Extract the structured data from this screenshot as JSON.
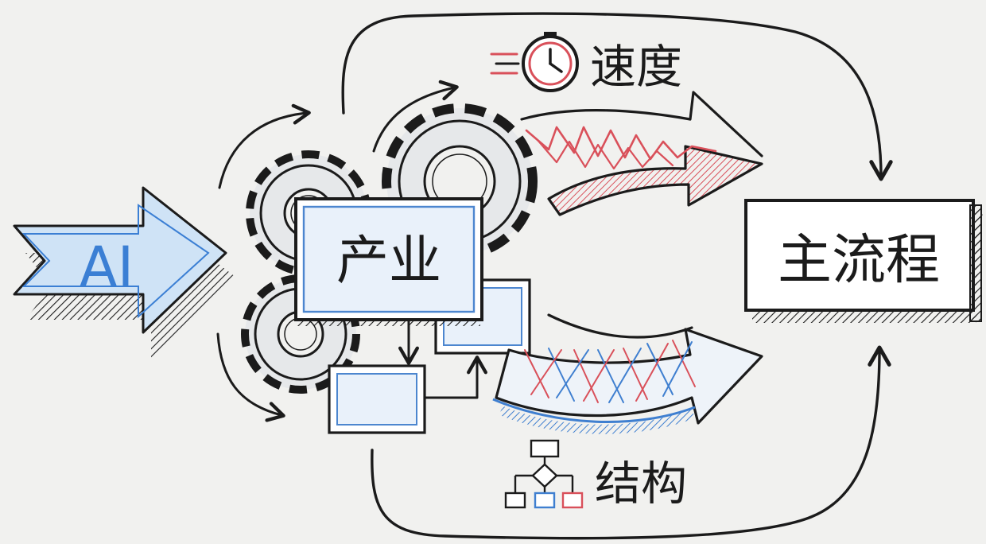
{
  "diagram": {
    "input_label": "AI",
    "center_label": "产业",
    "output_label": "主流程",
    "speed_label": "速度",
    "structure_label": "结构"
  },
  "colors": {
    "background": "#f1f1ef",
    "ink": "#1b1b1b",
    "ai_text": "#3b7fd4",
    "ai_fill": "#cfe3f6",
    "box_blue": "#4c86cf",
    "box_fill": "#e9f1fa",
    "speed_red": "#d9505a",
    "structure_blue": "#3f7fd0",
    "gear_fill": "#e6e8ea"
  },
  "icons": {
    "speed": "clock-icon",
    "structure": "flowchart-icon"
  }
}
